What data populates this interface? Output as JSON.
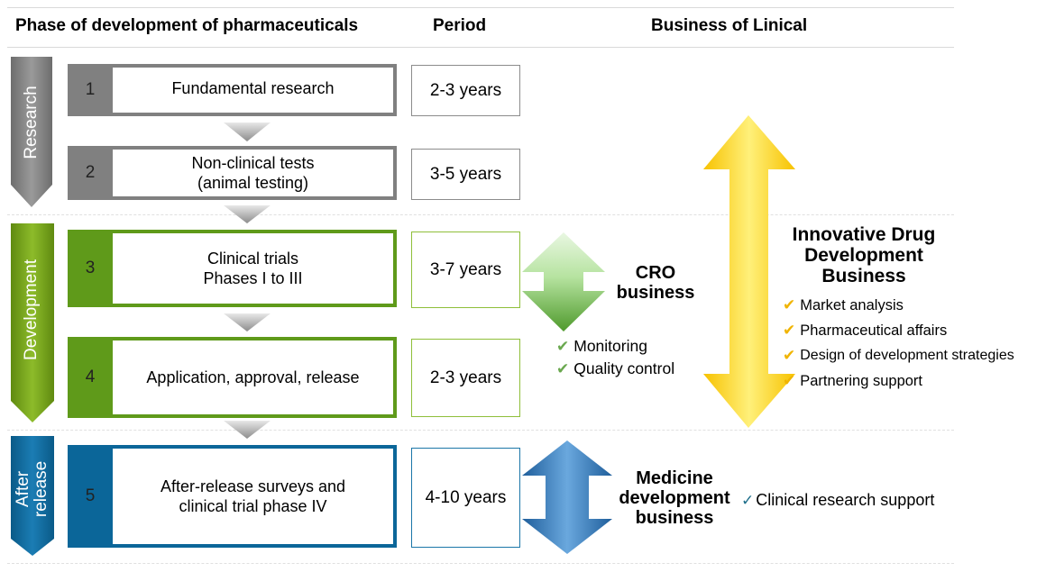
{
  "headers": {
    "phase": "Phase of development of pharmaceuticals",
    "period": "Period",
    "business": "Business of Linical"
  },
  "phases": {
    "research": "Research",
    "development": "Development",
    "after_release_line1": "After",
    "after_release_line2": "release"
  },
  "steps": [
    {
      "num": "1",
      "line1": "Fundamental research",
      "line2": "",
      "period": "2-3 years"
    },
    {
      "num": "2",
      "line1": "Non-clinical tests",
      "line2": "(animal testing)",
      "period": "3-5 years"
    },
    {
      "num": "3",
      "line1": "Clinical trials",
      "line2": "Phases I to III",
      "period": "3-7 years"
    },
    {
      "num": "4",
      "line1": "Application, approval, release",
      "line2": "",
      "period": "2-3 years"
    },
    {
      "num": "5",
      "line1": "After-release surveys and",
      "line2": "clinical trial phase IV",
      "period": "4-10 years"
    }
  ],
  "cro": {
    "title_line1": "CRO",
    "title_line2": "business",
    "items": [
      "Monitoring",
      "Quality control"
    ]
  },
  "innovative": {
    "title_line1": "Innovative Drug",
    "title_line2": "Development",
    "title_line3": "Business",
    "items": [
      "Market analysis",
      "Pharmaceutical affairs",
      "Design of development strategies",
      "Partnering support"
    ]
  },
  "medicine": {
    "title_line1": "Medicine",
    "title_line2": "development",
    "title_line3": "business",
    "items": [
      "Clinical research support"
    ]
  },
  "colors": {
    "research": "#7f7f7f",
    "development": "#77a31a",
    "after_release": "#0b6699",
    "cro_arrow": "#7cc25a",
    "innovative_arrow": "#f7c500",
    "medicine_arrow": "#3a7fc0"
  }
}
